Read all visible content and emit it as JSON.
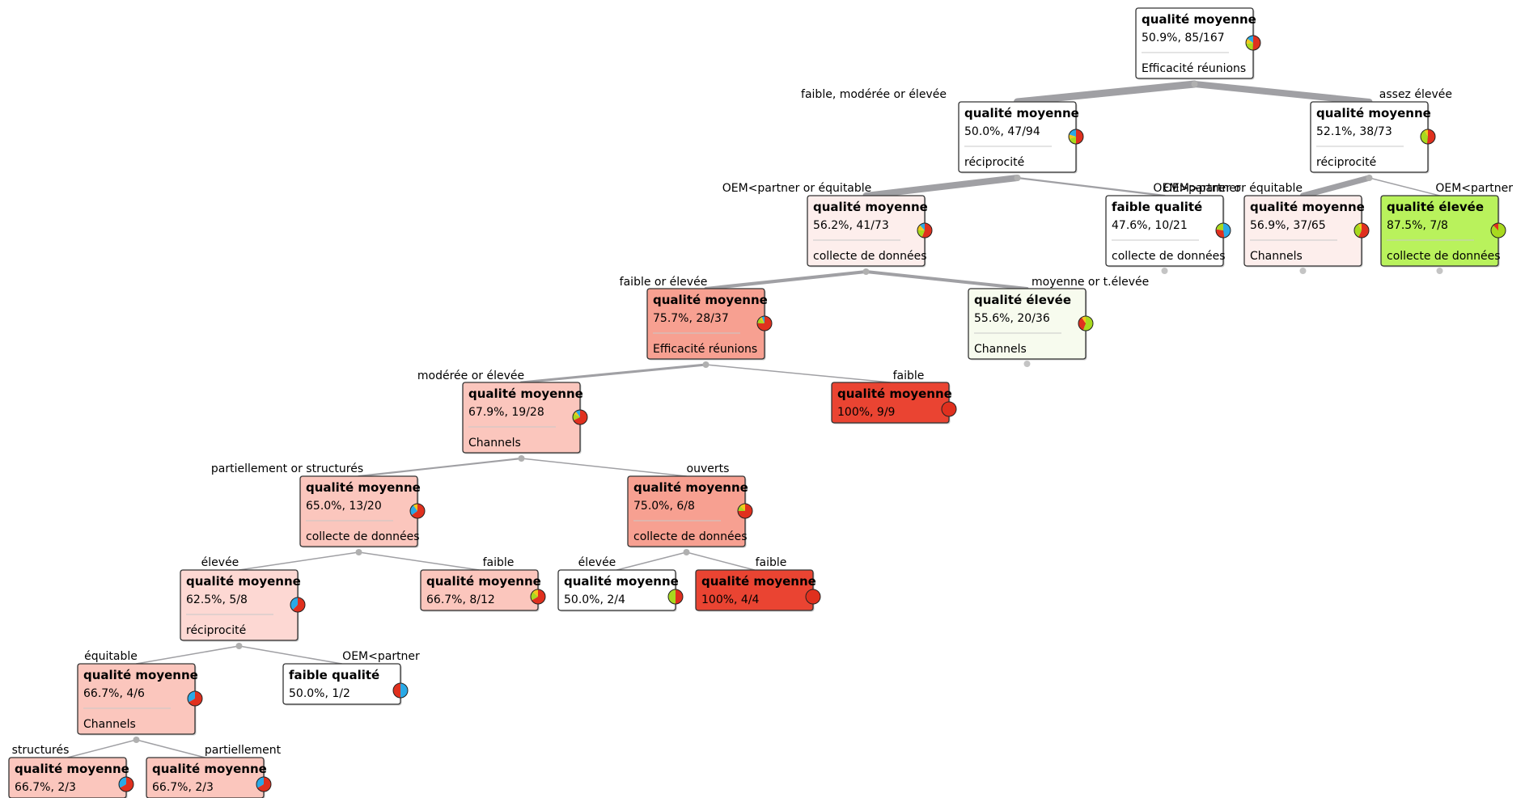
{
  "colors": {
    "slice_red": "#e0301e",
    "slice_green": "#a8d91e",
    "slice_blue": "#2aa9e6",
    "slice_yellow": "#f2c81a",
    "edge": "#a0a0a4",
    "white_fill": "#ffffff",
    "pink_very_light": "#fdeeec",
    "pink_light": "#fdd8d3",
    "pink_medium": "#fbc6bd",
    "pink_dark": "#f7a091",
    "red_full": "#ea4432",
    "green_full": "#b9f25c",
    "green_light": "#f7fbee"
  },
  "nodes": [
    {
      "id": "n0",
      "title": "qualité moyenne",
      "stat": "50.9%, 85/167",
      "split": "Efficacité réunions",
      "fill": "white_fill",
      "pie": [
        [
          "slice_red",
          0.509
        ],
        [
          "slice_green",
          0.22
        ],
        [
          "slice_yellow",
          0.12
        ],
        [
          "slice_blue",
          0.151
        ]
      ]
    },
    {
      "id": "n1",
      "title": "qualité moyenne",
      "stat": "50.0%, 47/94",
      "split": "réciprocité",
      "fill": "white_fill",
      "pie": [
        [
          "slice_red",
          0.5
        ],
        [
          "slice_green",
          0.2
        ],
        [
          "slice_yellow",
          0.1
        ],
        [
          "slice_blue",
          0.2
        ]
      ]
    },
    {
      "id": "n2",
      "title": "qualité moyenne",
      "stat": "52.1%, 38/73",
      "split": "réciprocité",
      "fill": "white_fill",
      "pie": [
        [
          "slice_red",
          0.521
        ],
        [
          "slice_green",
          0.4
        ],
        [
          "slice_yellow",
          0.079
        ]
      ]
    },
    {
      "id": "n3",
      "title": "qualité moyenne",
      "stat": "56.2%, 41/73",
      "split": "collecte de données",
      "fill": "pink_very_light",
      "pie": [
        [
          "slice_red",
          0.562
        ],
        [
          "slice_green",
          0.2
        ],
        [
          "slice_yellow",
          0.12
        ],
        [
          "slice_blue",
          0.118
        ]
      ]
    },
    {
      "id": "n4",
      "title": "faible qualité",
      "stat": "47.6%, 10/21",
      "split": "collecte de données",
      "fill": "white_fill",
      "pie": [
        [
          "slice_blue",
          0.476
        ],
        [
          "slice_red",
          0.3
        ],
        [
          "slice_green",
          0.224
        ]
      ]
    },
    {
      "id": "n5",
      "title": "qualité moyenne",
      "stat": "56.9%, 37/65",
      "split": "Channels",
      "fill": "pink_very_light",
      "pie": [
        [
          "slice_red",
          0.569
        ],
        [
          "slice_green",
          0.35
        ],
        [
          "slice_yellow",
          0.081
        ]
      ]
    },
    {
      "id": "n6",
      "title": "qualité élevée",
      "stat": "87.5%, 7/8",
      "split": "collecte de données",
      "fill": "green_full",
      "pie": [
        [
          "slice_green",
          0.875
        ],
        [
          "slice_red",
          0.125
        ]
      ]
    },
    {
      "id": "n7",
      "title": "qualité moyenne",
      "stat": "75.7%, 28/37",
      "split": "Efficacité réunions",
      "fill": "pink_dark",
      "pie": [
        [
          "slice_red",
          0.757
        ],
        [
          "slice_green",
          0.12
        ],
        [
          "slice_yellow",
          0.06
        ],
        [
          "slice_blue",
          0.063
        ]
      ]
    },
    {
      "id": "n8",
      "title": "qualité élevée",
      "stat": "55.6%, 20/36",
      "split": "Channels",
      "fill": "green_light",
      "pie": [
        [
          "slice_green",
          0.556
        ],
        [
          "slice_red",
          0.35
        ],
        [
          "slice_yellow",
          0.094
        ]
      ]
    },
    {
      "id": "n9",
      "title": "qualité moyenne",
      "stat": "67.9%, 19/28",
      "split": "Channels",
      "fill": "pink_medium",
      "pie": [
        [
          "slice_red",
          0.679
        ],
        [
          "slice_green",
          0.15
        ],
        [
          "slice_yellow",
          0.07
        ],
        [
          "slice_blue",
          0.101
        ]
      ]
    },
    {
      "id": "n10",
      "title": "qualité moyenne",
      "stat": "100%, 9/9",
      "split": "",
      "fill": "red_full",
      "pie": [
        [
          "slice_red",
          1.0
        ]
      ]
    },
    {
      "id": "n11",
      "title": "qualité moyenne",
      "stat": "65.0%, 13/20",
      "split": "collecte de données",
      "fill": "pink_medium",
      "pie": [
        [
          "slice_red",
          0.65
        ],
        [
          "slice_blue",
          0.25
        ],
        [
          "slice_yellow",
          0.1
        ]
      ]
    },
    {
      "id": "n12",
      "title": "qualité moyenne",
      "stat": "75.0%, 6/8",
      "split": "collecte de données",
      "fill": "pink_dark",
      "pie": [
        [
          "slice_red",
          0.75
        ],
        [
          "slice_green",
          0.125
        ],
        [
          "slice_yellow",
          0.125
        ]
      ]
    },
    {
      "id": "n13",
      "title": "qualité moyenne",
      "stat": "62.5%, 5/8",
      "split": "réciprocité",
      "fill": "pink_light",
      "pie": [
        [
          "slice_red",
          0.625
        ],
        [
          "slice_blue",
          0.375
        ]
      ]
    },
    {
      "id": "n14",
      "title": "qualité moyenne",
      "stat": "66.7%, 8/12",
      "split": "",
      "fill": "pink_medium",
      "pie": [
        [
          "slice_red",
          0.667
        ],
        [
          "slice_green",
          0.2
        ],
        [
          "slice_yellow",
          0.133
        ]
      ]
    },
    {
      "id": "n15",
      "title": "qualité moyenne",
      "stat": "50.0%, 2/4",
      "split": "",
      "fill": "white_fill",
      "pie": [
        [
          "slice_red",
          0.5
        ],
        [
          "slice_green",
          0.5
        ]
      ]
    },
    {
      "id": "n16",
      "title": "qualité moyenne",
      "stat": "100%, 4/4",
      "split": "",
      "fill": "red_full",
      "pie": [
        [
          "slice_red",
          1.0
        ]
      ]
    },
    {
      "id": "n17",
      "title": "qualité moyenne",
      "stat": "66.7%, 4/6",
      "split": "Channels",
      "fill": "pink_medium",
      "pie": [
        [
          "slice_red",
          0.667
        ],
        [
          "slice_blue",
          0.333
        ]
      ]
    },
    {
      "id": "n18",
      "title": "faible qualité",
      "stat": "50.0%, 1/2",
      "split": "",
      "fill": "white_fill",
      "pie": [
        [
          "slice_blue",
          0.5
        ],
        [
          "slice_red",
          0.5
        ]
      ]
    },
    {
      "id": "n19",
      "title": "qualité moyenne",
      "stat": "66.7%, 2/3",
      "split": "",
      "fill": "pink_medium",
      "pie": [
        [
          "slice_red",
          0.667
        ],
        [
          "slice_blue",
          0.333
        ]
      ]
    },
    {
      "id": "n20",
      "title": "qualité moyenne",
      "stat": "66.7%, 2/3",
      "split": "",
      "fill": "pink_medium",
      "pie": [
        [
          "slice_red",
          0.667
        ],
        [
          "slice_blue",
          0.333
        ]
      ]
    }
  ],
  "edges": [
    {
      "from": "n0",
      "to": "n1",
      "label": "faible, modérée or élevée"
    },
    {
      "from": "n0",
      "to": "n2",
      "label": "assez élevée"
    },
    {
      "from": "n1",
      "to": "n3",
      "label": "OEM<partner or équitable"
    },
    {
      "from": "n1",
      "to": "n4",
      "label": "OEM>partner"
    },
    {
      "from": "n2",
      "to": "n5",
      "label": "OEM>partner or équitable"
    },
    {
      "from": "n2",
      "to": "n6",
      "label": "OEM<partner"
    },
    {
      "from": "n3",
      "to": "n7",
      "label": "faible or élevée"
    },
    {
      "from": "n3",
      "to": "n8",
      "label": "moyenne or t.élevée"
    },
    {
      "from": "n7",
      "to": "n9",
      "label": "modérée or élevée"
    },
    {
      "from": "n7",
      "to": "n10",
      "label": "faible"
    },
    {
      "from": "n9",
      "to": "n11",
      "label": "partiellement or structurés"
    },
    {
      "from": "n9",
      "to": "n12",
      "label": "ouverts"
    },
    {
      "from": "n11",
      "to": "n13",
      "label": "élevée"
    },
    {
      "from": "n11",
      "to": "n14",
      "label": "faible"
    },
    {
      "from": "n12",
      "to": "n15",
      "label": "élevée"
    },
    {
      "from": "n12",
      "to": "n16",
      "label": "faible"
    },
    {
      "from": "n13",
      "to": "n17",
      "label": "équitable"
    },
    {
      "from": "n13",
      "to": "n18",
      "label": "OEM<partner"
    },
    {
      "from": "n17",
      "to": "n19",
      "label": "structurés"
    },
    {
      "from": "n17",
      "to": "n20",
      "label": "partiellement"
    }
  ]
}
